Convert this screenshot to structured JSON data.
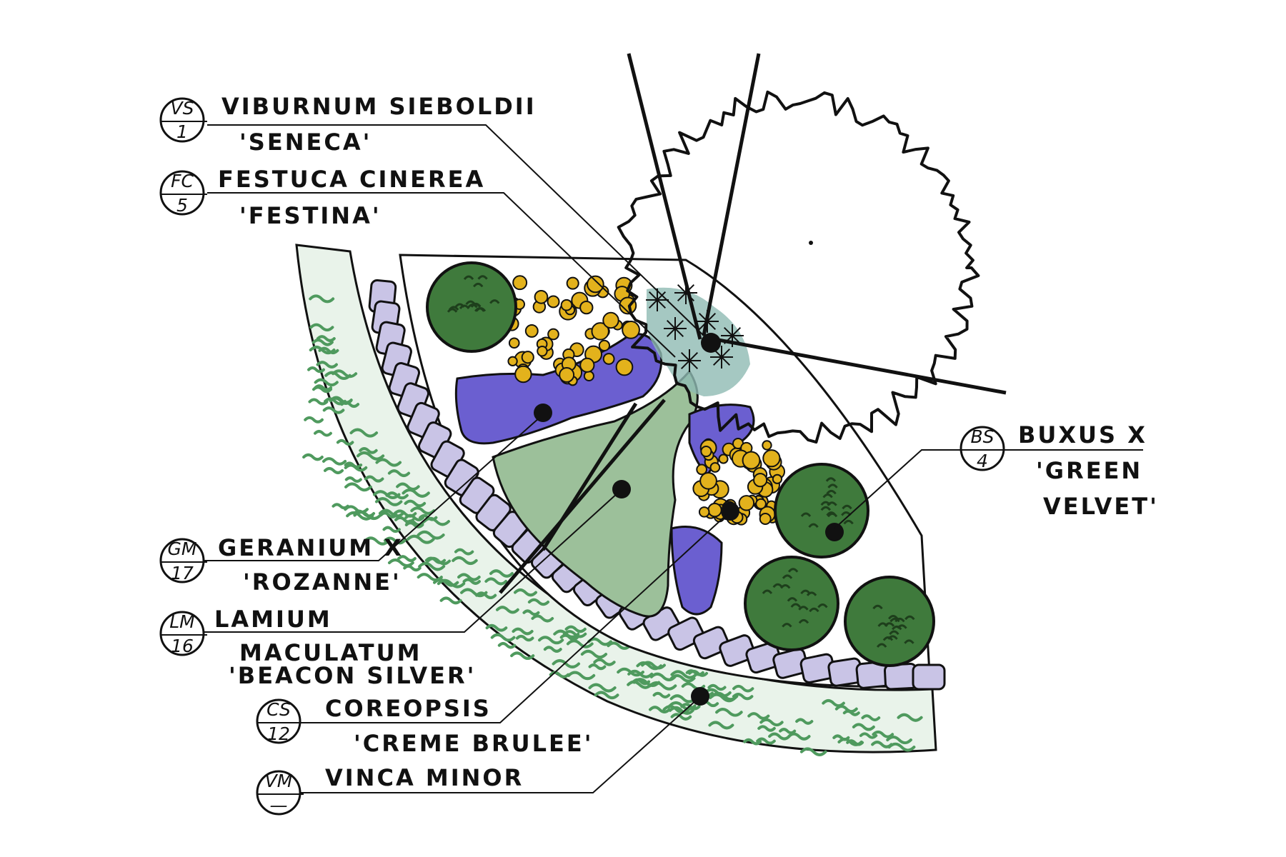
{
  "plan": {
    "plants": [
      {
        "code": "VS",
        "qty": "1",
        "name_lines": [
          "VIBURNUM SIEBOLDII",
          "'SENECA'"
        ]
      },
      {
        "code": "FC",
        "qty": "5",
        "name_lines": [
          "FESTUCA CINEREA",
          "'FESTINA'"
        ]
      },
      {
        "code": "BS",
        "qty": "4",
        "name_lines": [
          "BUXUS X",
          "'GREEN",
          "VELVET'"
        ]
      },
      {
        "code": "GM",
        "qty": "17",
        "name_lines": [
          "GERANIUM X",
          "'ROZANNE'"
        ]
      },
      {
        "code": "LM",
        "qty": "16",
        "name_lines": [
          "LAMIUM",
          "MACULATUM",
          "'BEACON SILVER'"
        ]
      },
      {
        "code": "CS",
        "qty": "12",
        "name_lines": [
          "COREOPSIS",
          "'CREME BRULEE'"
        ]
      },
      {
        "code": "VM",
        "qty": "—",
        "name_lines": [
          "VINCA MINOR"
        ]
      }
    ]
  },
  "colors": {
    "outline": "#111111",
    "vinca_groundcover": "#4f9a5e",
    "paver_stone": "#c9c4e6",
    "boxwood": "#3f7a3c",
    "geranium_purple": "#6b5fd0",
    "coreopsis_yellow": "#e3b21c",
    "lamium_sage": "#9cc09a",
    "festuca_teal": "#5f9a93"
  }
}
